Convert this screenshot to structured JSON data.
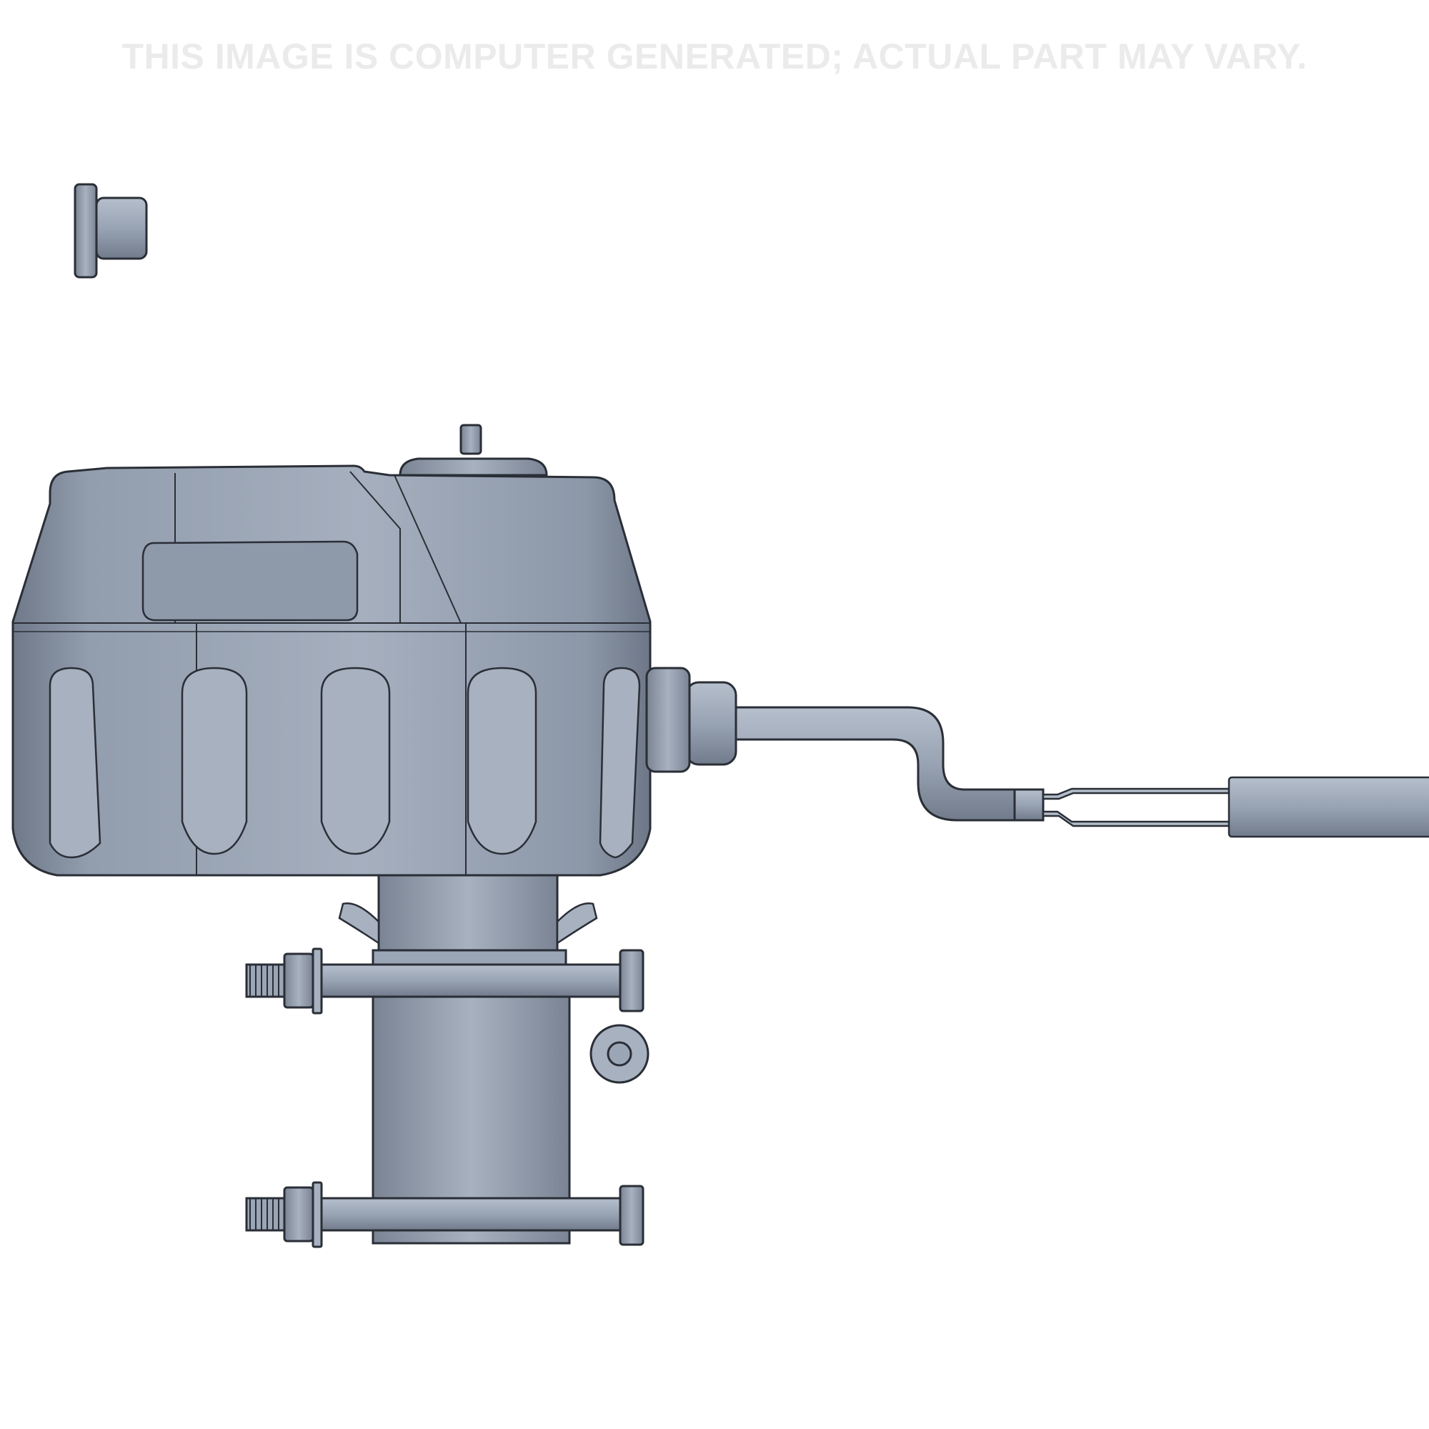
{
  "disclaimer": {
    "text": "THIS IMAGE IS COMPUTER GENERATED; ACTUAL PART MAY VARY."
  },
  "colors": {
    "background": "#ffffff",
    "disclaimer_text": "#ebebeb",
    "part_fill": "#9aa5b5",
    "part_fill_light": "#aab4c2",
    "part_shadow": "#6f7989",
    "outline": "#2a2e36"
  },
  "parts": [
    "bushing",
    "actuator-housing",
    "actuator-rod",
    "wire-harness",
    "mounting-bracket",
    "upper-bolt",
    "lower-bolt",
    "washer"
  ]
}
